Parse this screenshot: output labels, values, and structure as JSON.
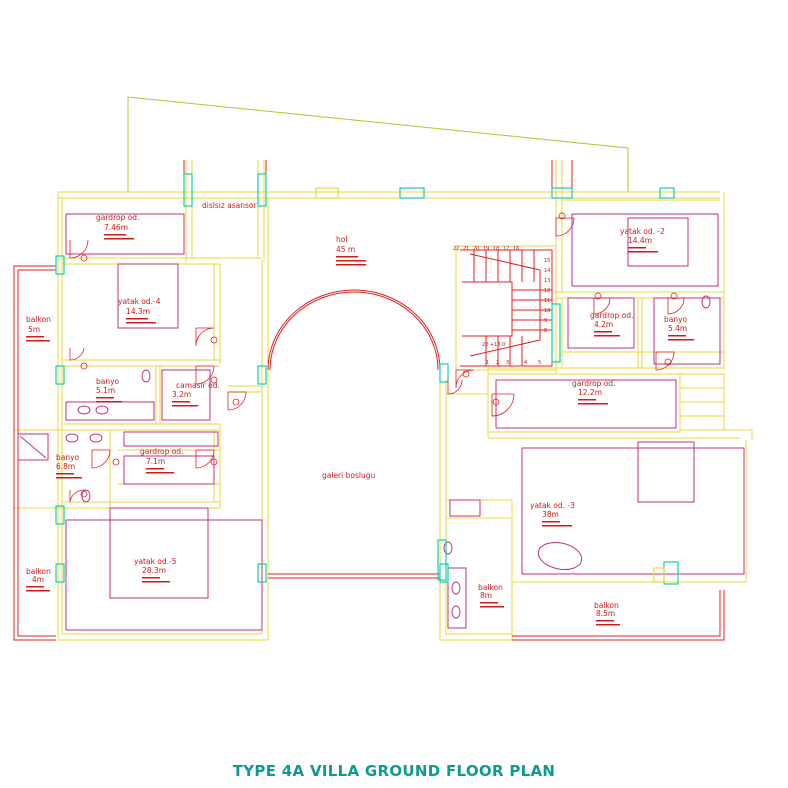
{
  "title": "TYPE 4A VILLA GROUND FLOOR PLAN",
  "rooms": [
    {
      "name": "dislsiz asansor",
      "area": ""
    },
    {
      "name": "hol",
      "area": "45 m"
    },
    {
      "name": "gardrop od.",
      "area": "7.46m"
    },
    {
      "name": "yatak od.-4",
      "area": "14.3m"
    },
    {
      "name": "balkon",
      "area": "5m"
    },
    {
      "name": "banyo",
      "area": "5.1m"
    },
    {
      "name": "camasir od.",
      "area": "3.2m"
    },
    {
      "name": "banyo",
      "area": "6.8m"
    },
    {
      "name": "gardrop od.",
      "area": "7.1m"
    },
    {
      "name": "yatak od.-5",
      "area": "28.3m"
    },
    {
      "name": "balkon",
      "area": "4m"
    },
    {
      "name": "galeri boslugu",
      "area": ""
    },
    {
      "name": "yatak od. -2",
      "area": "14.4m"
    },
    {
      "name": "gardrop od.",
      "area": "4.2m"
    },
    {
      "name": "banyo",
      "area": "5.4m"
    },
    {
      "name": "gardrop od.",
      "area": "12.2m"
    },
    {
      "name": "yatak od. -3",
      "area": "38m"
    },
    {
      "name": "balkon",
      "area": "8m"
    },
    {
      "name": "balkon",
      "area": "8.5m"
    }
  ],
  "stair_top": [
    "22",
    "21",
    "20",
    "19",
    "18",
    "17",
    "16"
  ],
  "stair_right": [
    "15",
    "14",
    "13",
    "12",
    "11",
    "10",
    "9",
    "8"
  ],
  "stair_bottom": [
    "1",
    "2",
    "3",
    "4",
    "5"
  ],
  "stair_mid": "22 +16.0",
  "colors": {
    "wall": "#e8d838",
    "accent_red": "#e02020",
    "window": "#10d0b0",
    "title": "#0e9a8e"
  }
}
